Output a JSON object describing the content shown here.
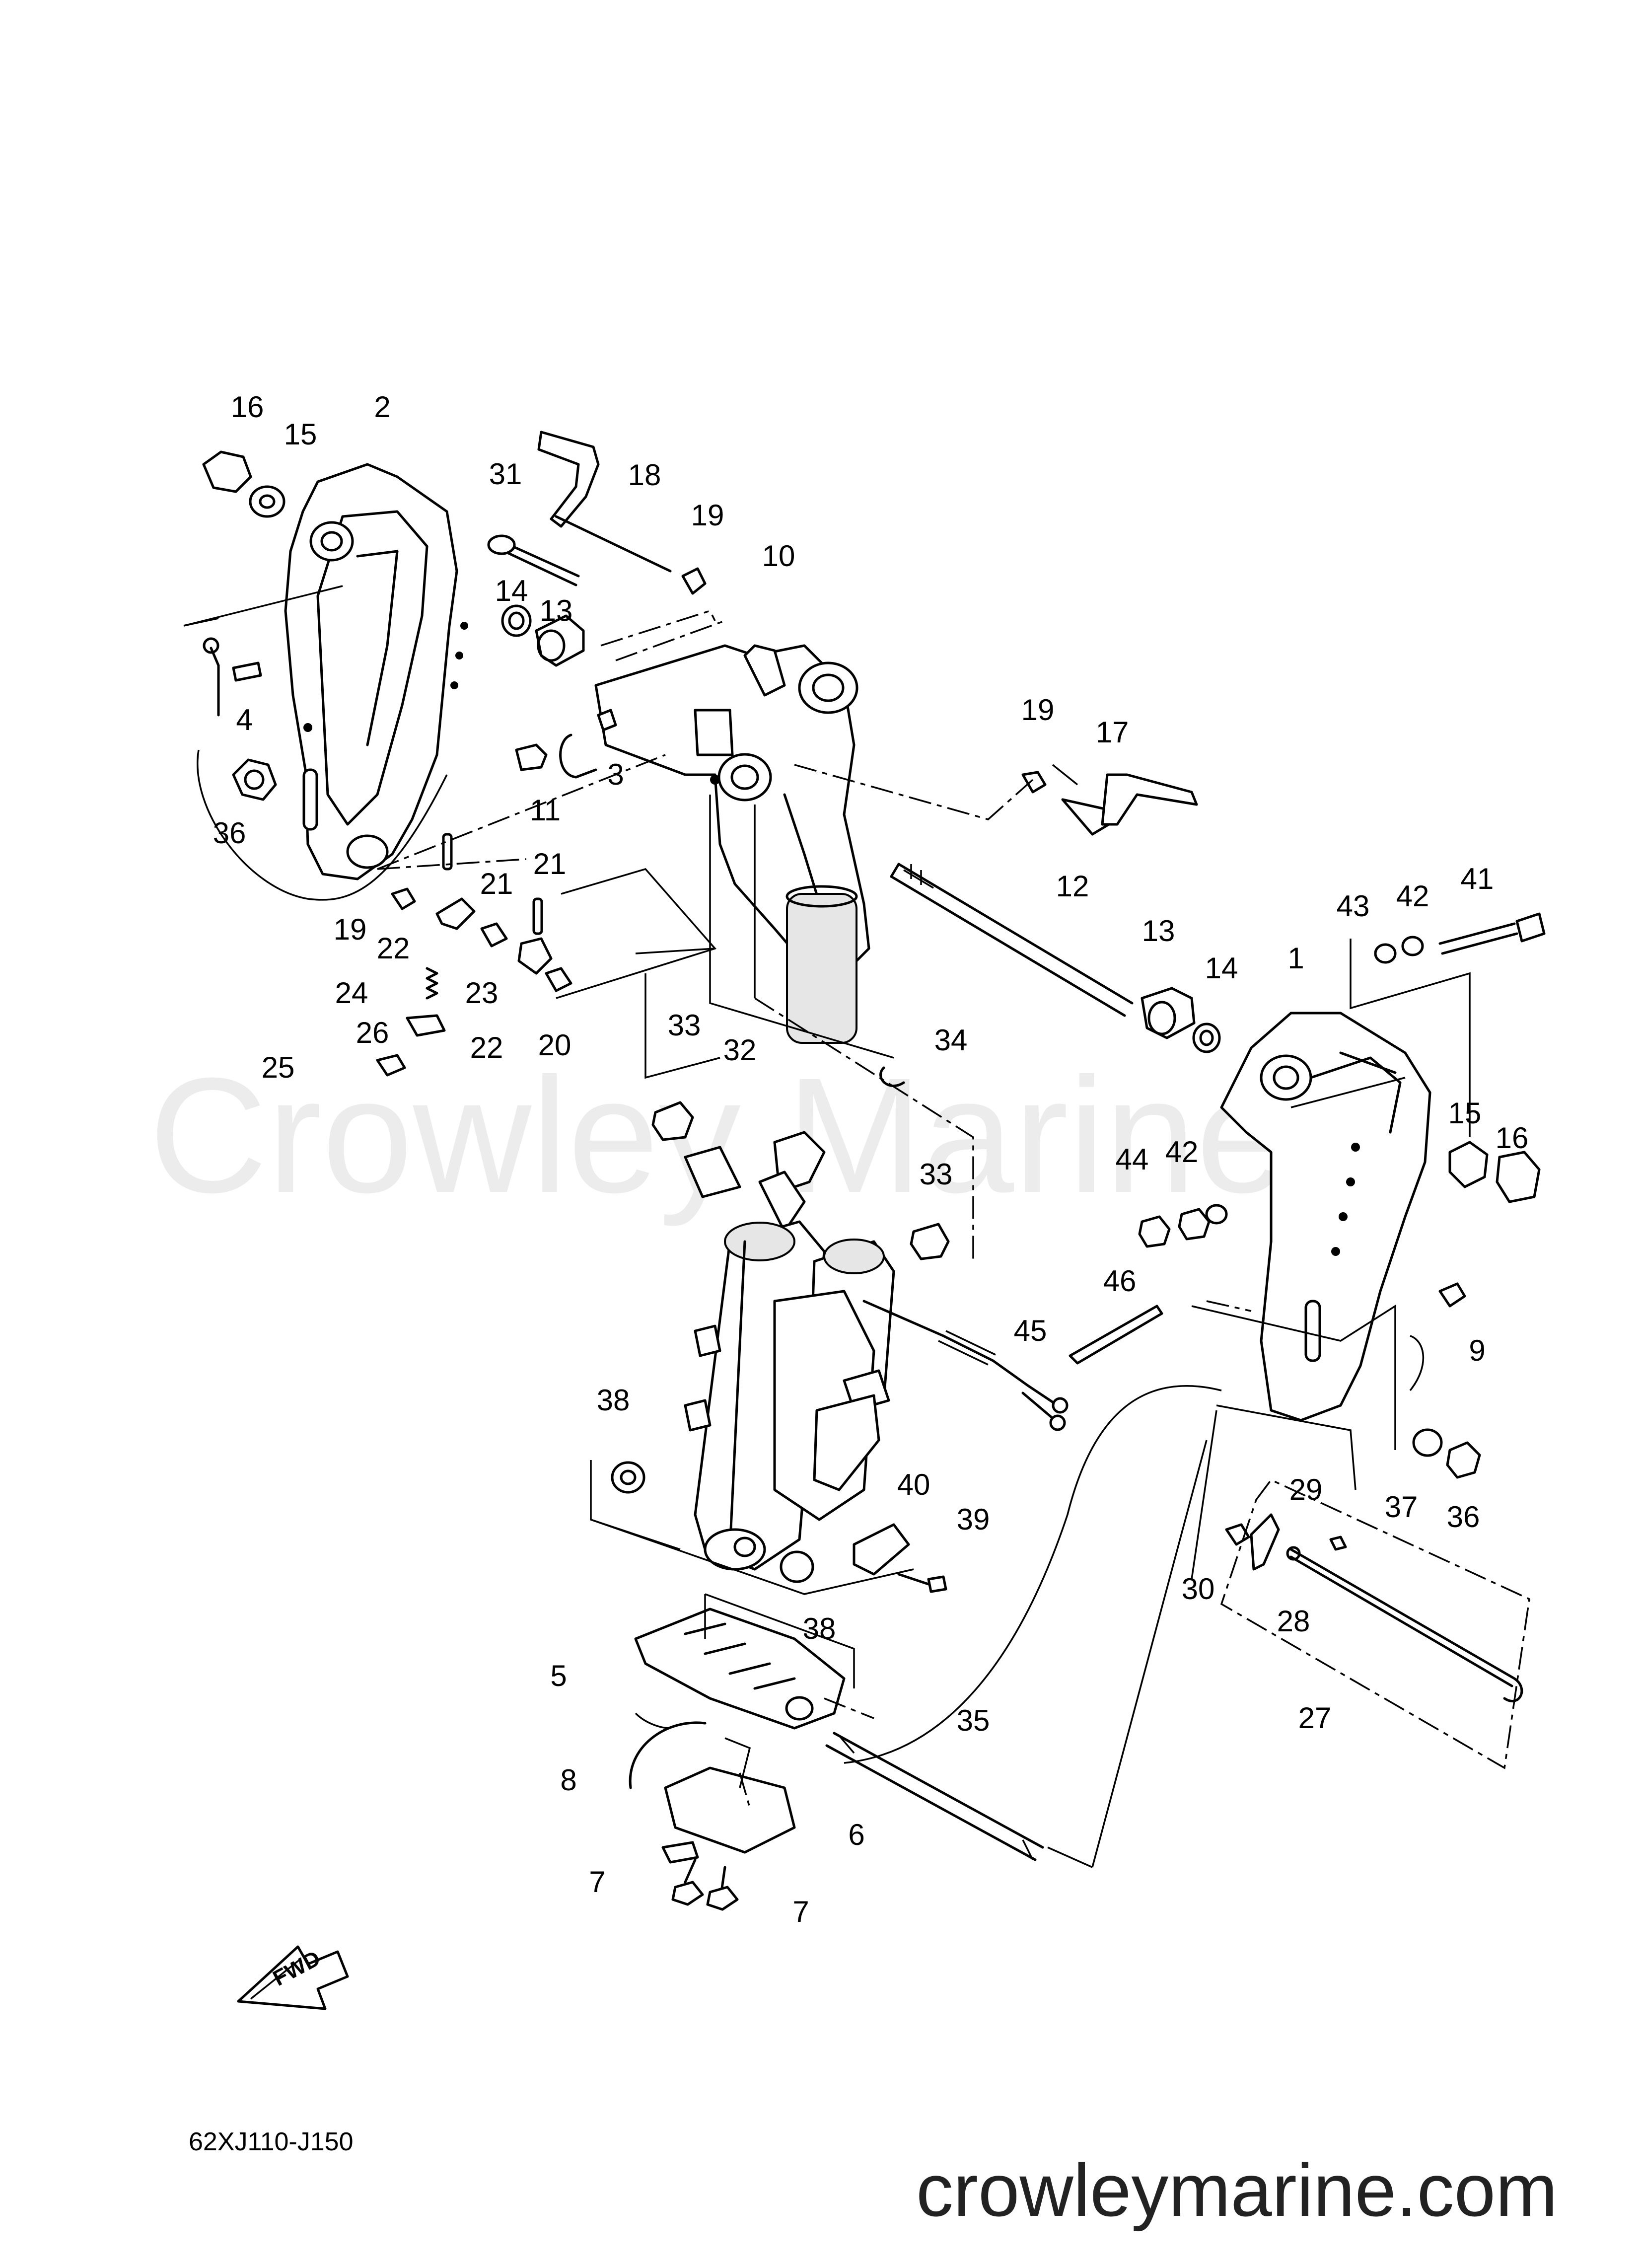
{
  "diagram": {
    "code": "62XJ110-J150",
    "direction_label": "FWD",
    "watermark": "Crowley Marine",
    "website": "crowleymarine.com",
    "callouts": [
      "16",
      "2",
      "15",
      "31",
      "18",
      "19",
      "10",
      "14",
      "13",
      "4",
      "3",
      "11",
      "36",
      "19",
      "17",
      "12",
      "21",
      "21",
      "19",
      "22",
      "24",
      "23",
      "22",
      "20",
      "26",
      "25",
      "33",
      "32",
      "34",
      "33",
      "13",
      "14",
      "1",
      "43",
      "42",
      "41",
      "15",
      "16",
      "44",
      "42",
      "9",
      "46",
      "45",
      "38",
      "40",
      "39",
      "38",
      "5",
      "37",
      "36",
      "29",
      "30",
      "28",
      "27",
      "35",
      "8",
      "6",
      "7",
      "7"
    ]
  }
}
